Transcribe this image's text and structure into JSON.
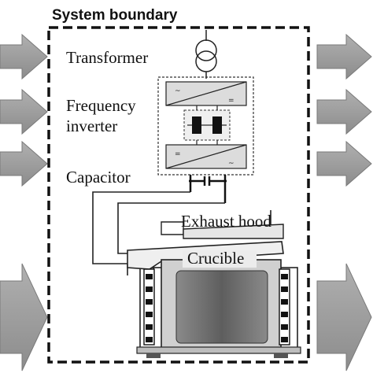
{
  "diagram": {
    "boundary_label": "System boundary",
    "components": {
      "transformer": "Transformer",
      "frequency_inverter_line1": "Frequency",
      "frequency_inverter_line2": "inverter",
      "capacitor": "Capacitor",
      "exhaust_hood": "Exhaust hood",
      "crucible": "Crucible"
    },
    "input_arrows": 4,
    "output_arrows": 4,
    "colors": {
      "arrow_fill": "#9a9a9a",
      "arrow_stroke": "#7a7a7a",
      "boundary": "#111111",
      "line": "#222222",
      "crucible_fill": "#6f6f6f",
      "hood_fill": "#e6e6e6",
      "coil": "#111111"
    }
  }
}
